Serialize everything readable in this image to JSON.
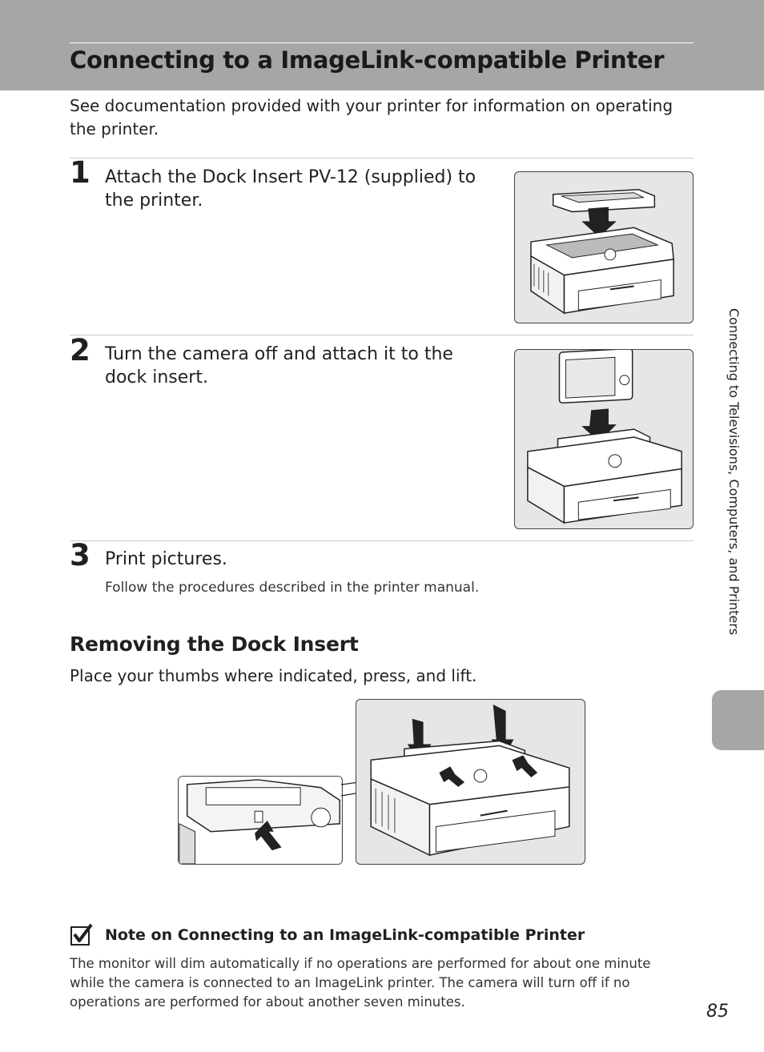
{
  "header": {
    "title": "Connecting to a ImageLink-compatible Printer"
  },
  "intro": "See documentation provided with your printer for information on operating the printer.",
  "steps": [
    {
      "number": "1",
      "text": "Attach the Dock Insert PV-12 (supplied) to the printer.",
      "illustration": "dock-insert-attach-illustration"
    },
    {
      "number": "2",
      "text": "Turn the camera off and attach it to the dock insert.",
      "illustration": "camera-attach-illustration"
    },
    {
      "number": "3",
      "text": "Print pictures.",
      "subtext": "Follow the procedures described in the printer manual."
    }
  ],
  "removing": {
    "heading": "Removing the Dock Insert",
    "instruction": "Place your thumbs where indicated, press, and lift."
  },
  "note": {
    "icon": "checkmark-icon",
    "title": "Note on Connecting to an ImageLink-compatible Printer",
    "body": "The monitor will dim automatically if no operations are performed for about one minute while the camera is connected to an ImageLink printer. The camera will turn off if no operations are performed for about another seven minutes."
  },
  "side_tab": {
    "label": "Connecting to Televisions, Computers, and Printers"
  },
  "page_number": "85",
  "colors": {
    "header_band": "#a6a6a6",
    "text": "#231f20",
    "illustration_bg": "#e6e6e6"
  }
}
